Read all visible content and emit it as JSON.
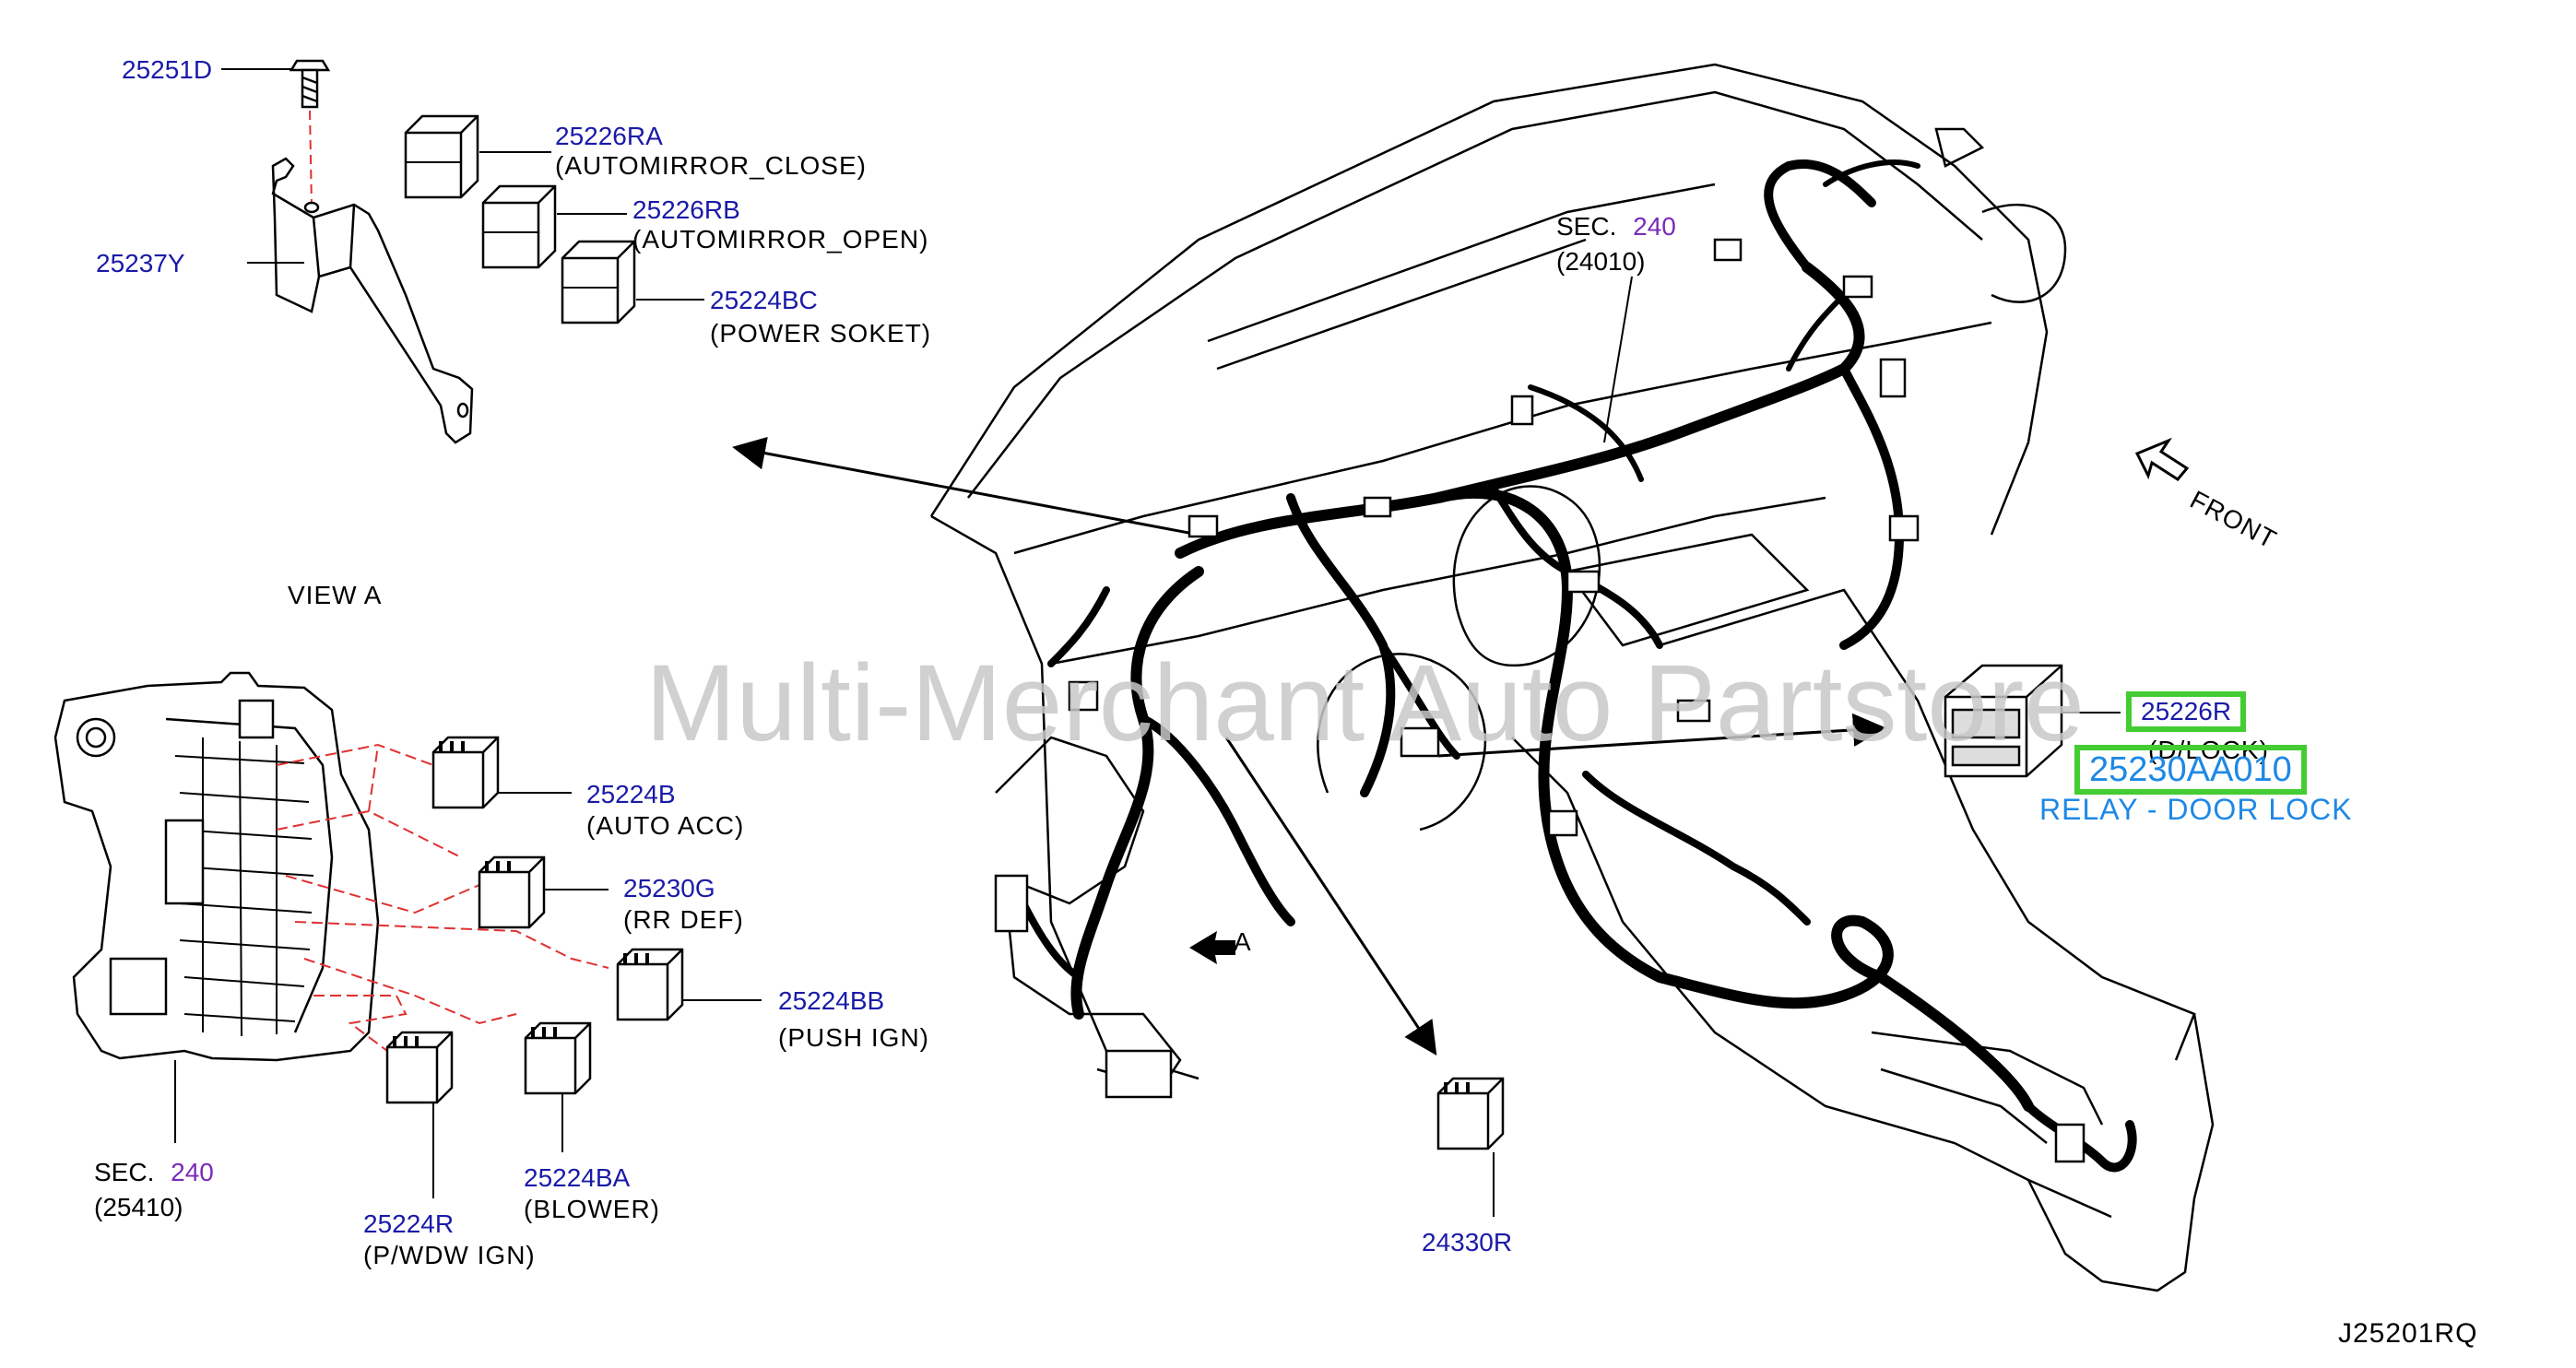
{
  "view_label": "VIEW   A",
  "view_marker": "A",
  "front_label": "FRONT",
  "watermark": "Multi-Merchant Auto Partstore",
  "diagram_code": "J25201RQ",
  "sections": [
    {
      "prefix": "SEC.",
      "num": "240",
      "sub": "(24010)"
    },
    {
      "prefix": "SEC.",
      "num": "240",
      "sub": "(25410)"
    }
  ],
  "parts": {
    "p25251D": {
      "number": "25251D"
    },
    "p25237Y": {
      "number": "25237Y"
    },
    "p25226RA": {
      "number": "25226RA",
      "desc": "(AUTOMIRROR_CLOSE)"
    },
    "p25226RB": {
      "number": "25226RB",
      "desc": "(AUTOMIRROR_OPEN)"
    },
    "p25224BC": {
      "number": "25224BC",
      "desc": "(POWER   SOKET)"
    },
    "p25224B": {
      "number": "25224B",
      "desc": "(AUTO   ACC)"
    },
    "p25230G": {
      "number": "25230G",
      "desc": "(RR   DEF)"
    },
    "p25224BB": {
      "number": "25224BB",
      "desc": "(PUSH   IGN)"
    },
    "p25224BA": {
      "number": "25224BA",
      "desc": "(BLOWER)"
    },
    "p25224R": {
      "number": "25224R",
      "desc": "(P/WDW   IGN)"
    },
    "p24330R": {
      "number": "24330R"
    },
    "p25226R": {
      "number": "25226R",
      "desc": "(D/LOCK)"
    }
  },
  "highlight": {
    "part_number": "25230AA010",
    "name": "RELAY - DOOR LOCK",
    "color": "#44cc33",
    "text_color": "#1e88e5"
  },
  "colors": {
    "part_number": "#1a1aa8",
    "section_number": "#7a2bb8",
    "leader_dashed": "#e03030",
    "line": "#000000"
  }
}
